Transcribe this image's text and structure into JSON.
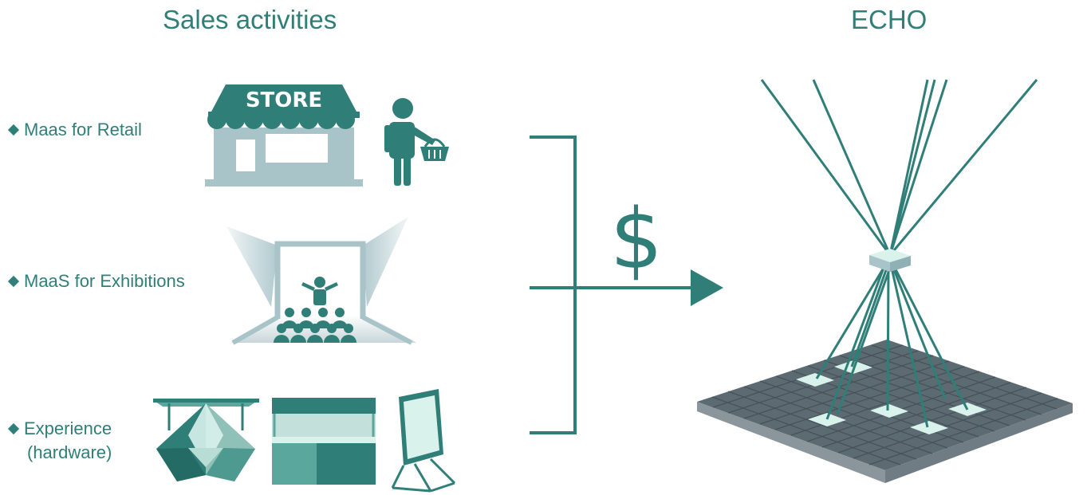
{
  "left_heading": "Sales activities",
  "right_heading": "ECHO",
  "items": [
    {
      "label": "Maas for Retail"
    },
    {
      "label": "MaaS for Exhibitions"
    },
    {
      "label_line1": "Experience",
      "label_line2": "(hardware)"
    }
  ],
  "store_sign": "STORE",
  "currency_symbol": "$",
  "colors": {
    "primary": "#2f7f78",
    "light_gray": "#a9c4c9",
    "grid_dark": "#5c6a72",
    "light_mint": "#d9f2ec"
  },
  "icons": [
    "store-icon",
    "shopper-with-basket-icon",
    "exhibition-stage-icon",
    "hardware-booths-icon",
    "echo-platform-icon"
  ]
}
